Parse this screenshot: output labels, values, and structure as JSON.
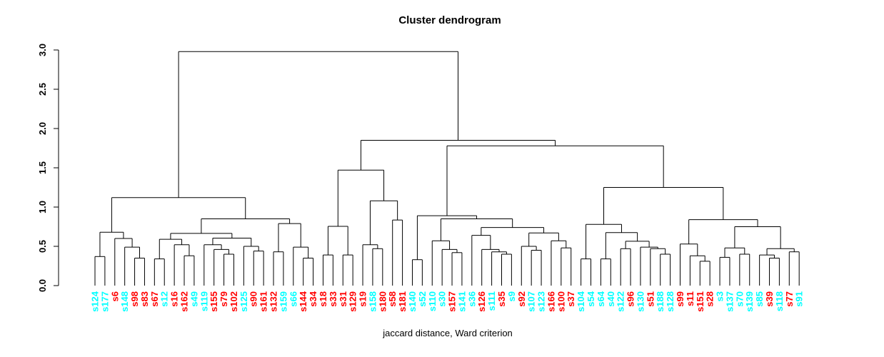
{
  "figure": {
    "title": "Cluster dendrogram",
    "xlabel": "jaccard distance, Ward criterion"
  },
  "chart_data": {
    "type": "dendrogram",
    "title": "Cluster dendrogram",
    "xlabel": "jaccard distance, Ward criterion",
    "ylabel": "",
    "ylim": [
      0,
      3
    ],
    "yticks": [
      "0.0",
      "0.5",
      "1.0",
      "1.5",
      "2.0",
      "2.5",
      "3.0"
    ],
    "grid": false,
    "line_color": "#000000",
    "background": "#FFFFFF",
    "label_palette": {
      "cyan": "#00FFFF",
      "red": "#FF0000"
    },
    "root_height": 2.98,
    "leaves": [
      {
        "label": "s124",
        "color": "cyan"
      },
      {
        "label": "s177",
        "color": "cyan"
      },
      {
        "label": "s6",
        "color": "red"
      },
      {
        "label": "s148",
        "color": "cyan"
      },
      {
        "label": "s98",
        "color": "red"
      },
      {
        "label": "s83",
        "color": "red"
      },
      {
        "label": "s67",
        "color": "red"
      },
      {
        "label": "s12",
        "color": "cyan"
      },
      {
        "label": "s16",
        "color": "red"
      },
      {
        "label": "s162",
        "color": "red"
      },
      {
        "label": "s49",
        "color": "cyan"
      },
      {
        "label": "s119",
        "color": "cyan"
      },
      {
        "label": "s155",
        "color": "red"
      },
      {
        "label": "s79",
        "color": "red"
      },
      {
        "label": "s102",
        "color": "red"
      },
      {
        "label": "s125",
        "color": "cyan"
      },
      {
        "label": "s90",
        "color": "red"
      },
      {
        "label": "s161",
        "color": "red"
      },
      {
        "label": "s132",
        "color": "red"
      },
      {
        "label": "s159",
        "color": "cyan"
      },
      {
        "label": "s66",
        "color": "cyan"
      },
      {
        "label": "s144",
        "color": "red"
      },
      {
        "label": "s34",
        "color": "red"
      },
      {
        "label": "s18",
        "color": "red"
      },
      {
        "label": "s33",
        "color": "red"
      },
      {
        "label": "s31",
        "color": "red"
      },
      {
        "label": "s129",
        "color": "red"
      },
      {
        "label": "s19",
        "color": "red"
      },
      {
        "label": "s158",
        "color": "cyan"
      },
      {
        "label": "s180",
        "color": "red"
      },
      {
        "label": "s58",
        "color": "red"
      },
      {
        "label": "s181",
        "color": "red"
      },
      {
        "label": "s140",
        "color": "cyan"
      },
      {
        "label": "s52",
        "color": "cyan"
      },
      {
        "label": "s110",
        "color": "cyan"
      },
      {
        "label": "s30",
        "color": "cyan"
      },
      {
        "label": "s157",
        "color": "red"
      },
      {
        "label": "s141",
        "color": "cyan"
      },
      {
        "label": "s36",
        "color": "cyan"
      },
      {
        "label": "s126",
        "color": "red"
      },
      {
        "label": "s111",
        "color": "cyan"
      },
      {
        "label": "s35",
        "color": "red"
      },
      {
        "label": "s9",
        "color": "cyan"
      },
      {
        "label": "s92",
        "color": "red"
      },
      {
        "label": "s107",
        "color": "cyan"
      },
      {
        "label": "s123",
        "color": "cyan"
      },
      {
        "label": "s166",
        "color": "red"
      },
      {
        "label": "s100",
        "color": "red"
      },
      {
        "label": "s37",
        "color": "red"
      },
      {
        "label": "s104",
        "color": "cyan"
      },
      {
        "label": "s54",
        "color": "cyan"
      },
      {
        "label": "s64",
        "color": "cyan"
      },
      {
        "label": "s40",
        "color": "cyan"
      },
      {
        "label": "s122",
        "color": "cyan"
      },
      {
        "label": "s96",
        "color": "red"
      },
      {
        "label": "s130",
        "color": "cyan"
      },
      {
        "label": "s51",
        "color": "red"
      },
      {
        "label": "s188",
        "color": "cyan"
      },
      {
        "label": "s128",
        "color": "cyan"
      },
      {
        "label": "s99",
        "color": "red"
      },
      {
        "label": "s11",
        "color": "red"
      },
      {
        "label": "s151",
        "color": "red"
      },
      {
        "label": "s28",
        "color": "red"
      },
      {
        "label": "s3",
        "color": "cyan"
      },
      {
        "label": "s137",
        "color": "cyan"
      },
      {
        "label": "s70",
        "color": "cyan"
      },
      {
        "label": "s139",
        "color": "cyan"
      },
      {
        "label": "s85",
        "color": "cyan"
      },
      {
        "label": "s39",
        "color": "red"
      },
      {
        "label": "s118",
        "color": "cyan"
      },
      {
        "label": "s77",
        "color": "red"
      },
      {
        "label": "s91",
        "color": "cyan"
      }
    ],
    "tree": {
      "h": 2.98,
      "c": [
        {
          "h": 1.12,
          "c": [
            {
              "h": 0.68,
              "c": [
                {
                  "h": 0.37,
                  "c": [
                    "s124",
                    "s177"
                  ]
                },
                {
                  "h": 0.6,
                  "c": [
                    "s6",
                    {
                      "h": 0.49,
                      "c": [
                        "s148",
                        {
                          "h": 0.35,
                          "c": [
                            "s98",
                            "s83"
                          ]
                        }
                      ]
                    }
                  ]
                }
              ]
            },
            {
              "h": 0.85,
              "c": [
                {
                  "h": 0.665,
                  "c": [
                    {
                      "h": 0.59,
                      "c": [
                        {
                          "h": 0.34,
                          "c": [
                            "s67",
                            "s12"
                          ]
                        },
                        {
                          "h": 0.52,
                          "c": [
                            "s16",
                            {
                              "h": 0.38,
                              "c": [
                                "s162",
                                "s49"
                              ]
                            }
                          ]
                        }
                      ]
                    },
                    {
                      "h": 0.605,
                      "c": [
                        {
                          "h": 0.52,
                          "c": [
                            "s119",
                            {
                              "h": 0.46,
                              "c": [
                                "s155",
                                {
                                  "h": 0.4,
                                  "c": [
                                    "s79",
                                    "s102"
                                  ]
                                }
                              ]
                            }
                          ]
                        },
                        {
                          "h": 0.5,
                          "c": [
                            "s125",
                            {
                              "h": 0.44,
                              "c": [
                                "s90",
                                "s161"
                              ]
                            }
                          ]
                        }
                      ]
                    }
                  ]
                },
                {
                  "h": 0.79,
                  "c": [
                    {
                      "h": 0.43,
                      "c": [
                        "s132",
                        "s159"
                      ]
                    },
                    {
                      "h": 0.49,
                      "c": [
                        "s66",
                        {
                          "h": 0.35,
                          "c": [
                            "s144",
                            "s34"
                          ]
                        }
                      ]
                    }
                  ]
                }
              ]
            }
          ]
        },
        {
          "h": 1.85,
          "c": [
            {
              "h": 1.47,
              "c": [
                {
                  "h": 0.755,
                  "c": [
                    {
                      "h": 0.39,
                      "c": [
                        "s18",
                        "s33"
                      ]
                    },
                    {
                      "h": 0.39,
                      "c": [
                        "s31",
                        "s129"
                      ]
                    }
                  ]
                },
                {
                  "h": 1.08,
                  "c": [
                    {
                      "h": 0.52,
                      "c": [
                        "s19",
                        {
                          "h": 0.47,
                          "c": [
                            "s158",
                            "s180"
                          ]
                        }
                      ]
                    },
                    {
                      "h": 0.835,
                      "c": [
                        "s58",
                        "s181"
                      ]
                    }
                  ]
                }
              ]
            },
            {
              "h": 1.78,
              "c": [
                {
                  "h": 0.89,
                  "c": [
                    {
                      "h": 0.33,
                      "c": [
                        "s140",
                        "s52"
                      ]
                    },
                    {
                      "h": 0.85,
                      "c": [
                        {
                          "h": 0.57,
                          "c": [
                            "s110",
                            {
                              "h": 0.46,
                              "c": [
                                "s30",
                                {
                                  "h": 0.42,
                                  "c": [
                                    "s157",
                                    "s141"
                                  ]
                                }
                              ]
                            }
                          ]
                        },
                        {
                          "h": 0.74,
                          "c": [
                            {
                              "h": 0.64,
                              "c": [
                                "s36",
                                {
                                  "h": 0.46,
                                  "c": [
                                    "s126",
                                    {
                                      "h": 0.43,
                                      "c": [
                                        "s111",
                                        {
                                          "h": 0.4,
                                          "c": [
                                            "s35",
                                            "s9"
                                          ]
                                        }
                                      ]
                                    }
                                  ]
                                }
                              ]
                            },
                            {
                              "h": 0.67,
                              "c": [
                                {
                                  "h": 0.5,
                                  "c": [
                                    "s92",
                                    {
                                      "h": 0.45,
                                      "c": [
                                        "s107",
                                        "s123"
                                      ]
                                    }
                                  ]
                                },
                                {
                                  "h": 0.57,
                                  "c": [
                                    "s166",
                                    {
                                      "h": 0.48,
                                      "c": [
                                        "s100",
                                        "s37"
                                      ]
                                    }
                                  ]
                                }
                              ]
                            }
                          ]
                        }
                      ]
                    }
                  ]
                },
                {
                  "h": 1.25,
                  "c": [
                    {
                      "h": 0.78,
                      "c": [
                        {
                          "h": 0.34,
                          "c": [
                            "s104",
                            "s54"
                          ]
                        },
                        {
                          "h": 0.675,
                          "c": [
                            {
                              "h": 0.34,
                              "c": [
                                "s64",
                                "s40"
                              ]
                            },
                            {
                              "h": 0.565,
                              "c": [
                                {
                                  "h": 0.47,
                                  "c": [
                                    "s122",
                                    "s96"
                                  ]
                                },
                                {
                                  "h": 0.49,
                                  "c": [
                                    "s130",
                                    {
                                      "h": 0.47,
                                      "c": [
                                        "s51",
                                        {
                                          "h": 0.4,
                                          "c": [
                                            "s188",
                                            "s128"
                                          ]
                                        }
                                      ]
                                    }
                                  ]
                                }
                              ]
                            }
                          ]
                        }
                      ]
                    },
                    {
                      "h": 0.84,
                      "c": [
                        {
                          "h": 0.53,
                          "c": [
                            "s99",
                            {
                              "h": 0.38,
                              "c": [
                                "s11",
                                {
                                  "h": 0.31,
                                  "c": [
                                    "s151",
                                    "s28"
                                  ]
                                }
                              ]
                            }
                          ]
                        },
                        {
                          "h": 0.75,
                          "c": [
                            {
                              "h": 0.48,
                              "c": [
                                {
                                  "h": 0.36,
                                  "c": [
                                    "s3",
                                    "s137"
                                  ]
                                },
                                {
                                  "h": 0.4,
                                  "c": [
                                    "s70",
                                    "s139"
                                  ]
                                }
                              ]
                            },
                            {
                              "h": 0.47,
                              "c": [
                                {
                                  "h": 0.39,
                                  "c": [
                                    "s85",
                                    {
                                      "h": 0.35,
                                      "c": [
                                        "s39",
                                        "s118"
                                      ]
                                    }
                                  ]
                                },
                                {
                                  "h": 0.43,
                                  "c": [
                                    "s77",
                                    "s91"
                                  ]
                                }
                              ]
                            }
                          ]
                        }
                      ]
                    }
                  ]
                }
              ]
            }
          ]
        }
      ]
    }
  }
}
